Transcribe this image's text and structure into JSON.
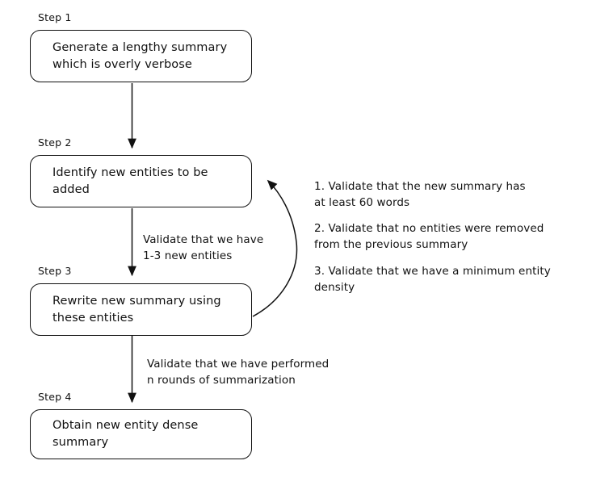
{
  "diagram": {
    "background_color": "#ffffff",
    "stroke_color": "#111111",
    "text_color": "#111111",
    "steps": [
      {
        "label": "Step 1",
        "text": "Generate a lengthy summary\nwhich is overly verbose"
      },
      {
        "label": "Step 2",
        "text": "Identify new entities to be\nadded"
      },
      {
        "label": "Step 3",
        "text": "Rewrite new summary using\nthese entities"
      },
      {
        "label": "Step 4",
        "text": "Obtain new entity dense\nsummary"
      }
    ],
    "edge_labels": [
      "Validate that we have\n1-3 new entities",
      "Validate that we have performed\nn rounds of summarization"
    ],
    "validations": [
      "1. Validate that the new summary has\nat least 60 words",
      "2. Validate that no entities were removed\nfrom the previous summary",
      "3. Validate that we have a minimum entity\ndensity"
    ]
  }
}
